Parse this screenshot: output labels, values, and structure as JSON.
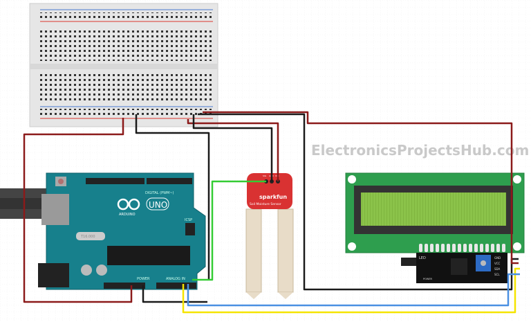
{
  "watermark": "ElectronicsProjectsHub.com",
  "arduino": {
    "brand": "ARDUINO",
    "model": "UNO",
    "digital_label": "DIGITAL (PWM~)",
    "power_label": "POWER",
    "analog_label": "ANALOG IN",
    "icsp_label": "ICSP",
    "crystal": "T16.000"
  },
  "sensor": {
    "brand": "sparkfun",
    "name": "Soil Moisture Sensor",
    "pins": [
      "SIG",
      "GND",
      "VCC"
    ]
  },
  "i2c_module": {
    "pins": [
      "GND",
      "VCC",
      "SDA",
      "SCL"
    ],
    "led_label": "LED",
    "power_label": "POWER"
  },
  "colors": {
    "red_wire": "#8b1a1a",
    "black_wire": "#1a1a1a",
    "green_wire": "#33cc33",
    "yellow_wire": "#f5e400",
    "blue_wire": "#4a90e2",
    "arduino_board": "#17808c",
    "lcd_board": "#2e9e4e",
    "lcd_screen": "#8bc34a",
    "sensor_board": "#d93232"
  }
}
